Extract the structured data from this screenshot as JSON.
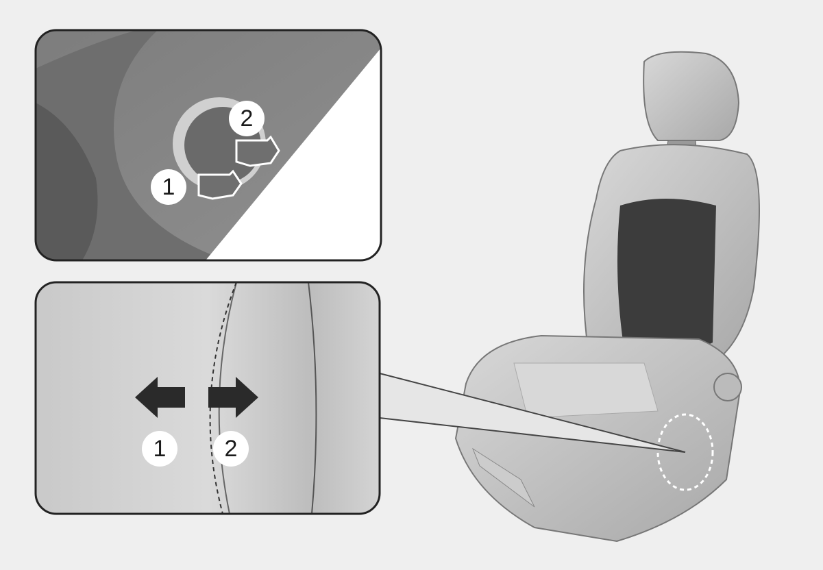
{
  "top_inset": {
    "label_1": "1",
    "label_2": "2"
  },
  "bottom_inset": {
    "label_1": "1",
    "label_2": "2"
  },
  "colors": {
    "background": "#efefef",
    "panel_dark": "#8a8a8a",
    "arrow": "#2a2a2a"
  }
}
